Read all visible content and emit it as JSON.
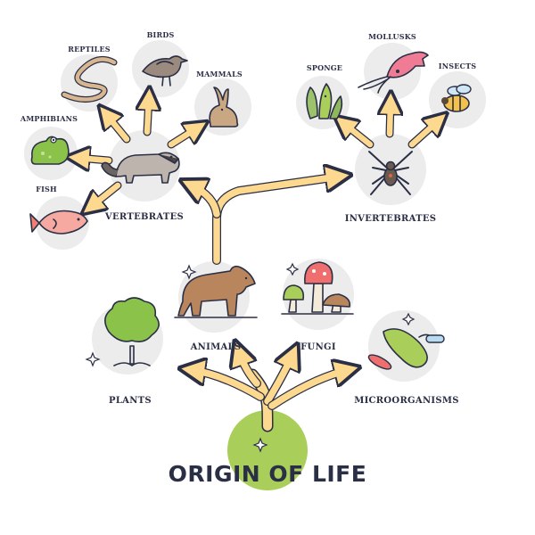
{
  "title": "ORIGIN OF LIFE",
  "labels": {
    "vertebrates": "VERTEBRATES",
    "invertebrates": "INVERTEBRATES",
    "animals": "ANIMALS",
    "fungi": "FUNGI",
    "plants": "PLANTS",
    "microorganisms": "MICROORGANISMS",
    "reptiles": "REPTILES",
    "birds": "BIRDS",
    "mammals": "MAMMALS",
    "amphibians": "AMPHIBIANS",
    "fish": "FISH",
    "sponge": "SPONGE",
    "mollusks": "MOLLUSKS",
    "insects": "INSECTS"
  },
  "colors": {
    "arrow": "#fdd98f",
    "outline": "#2b2f45",
    "origin_circle": "#a9cf5a",
    "node_circle": "#ececec"
  }
}
